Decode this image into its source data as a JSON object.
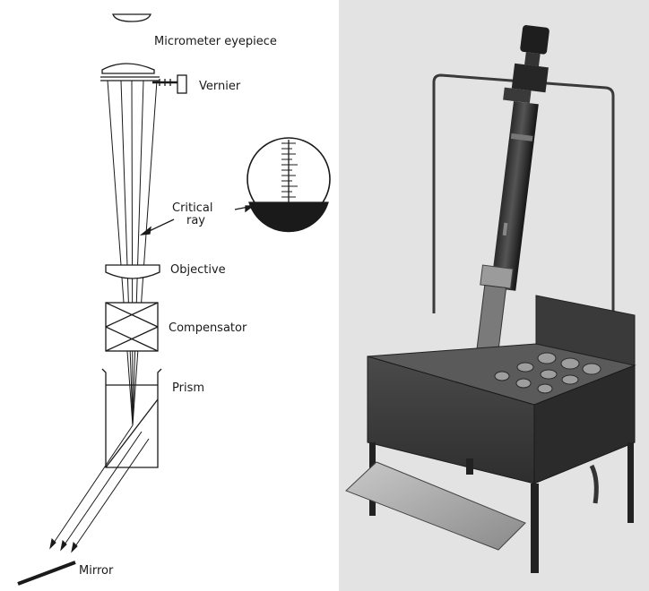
{
  "labels": {
    "eyepiece": "Micrometer eyepiece",
    "vernier": "Vernier",
    "critical_ray_line1": "Critical",
    "critical_ray_line2": "ray",
    "objective": "Objective",
    "compensator": "Compensator",
    "prism": "Prism",
    "mirror": "Mirror"
  }
}
